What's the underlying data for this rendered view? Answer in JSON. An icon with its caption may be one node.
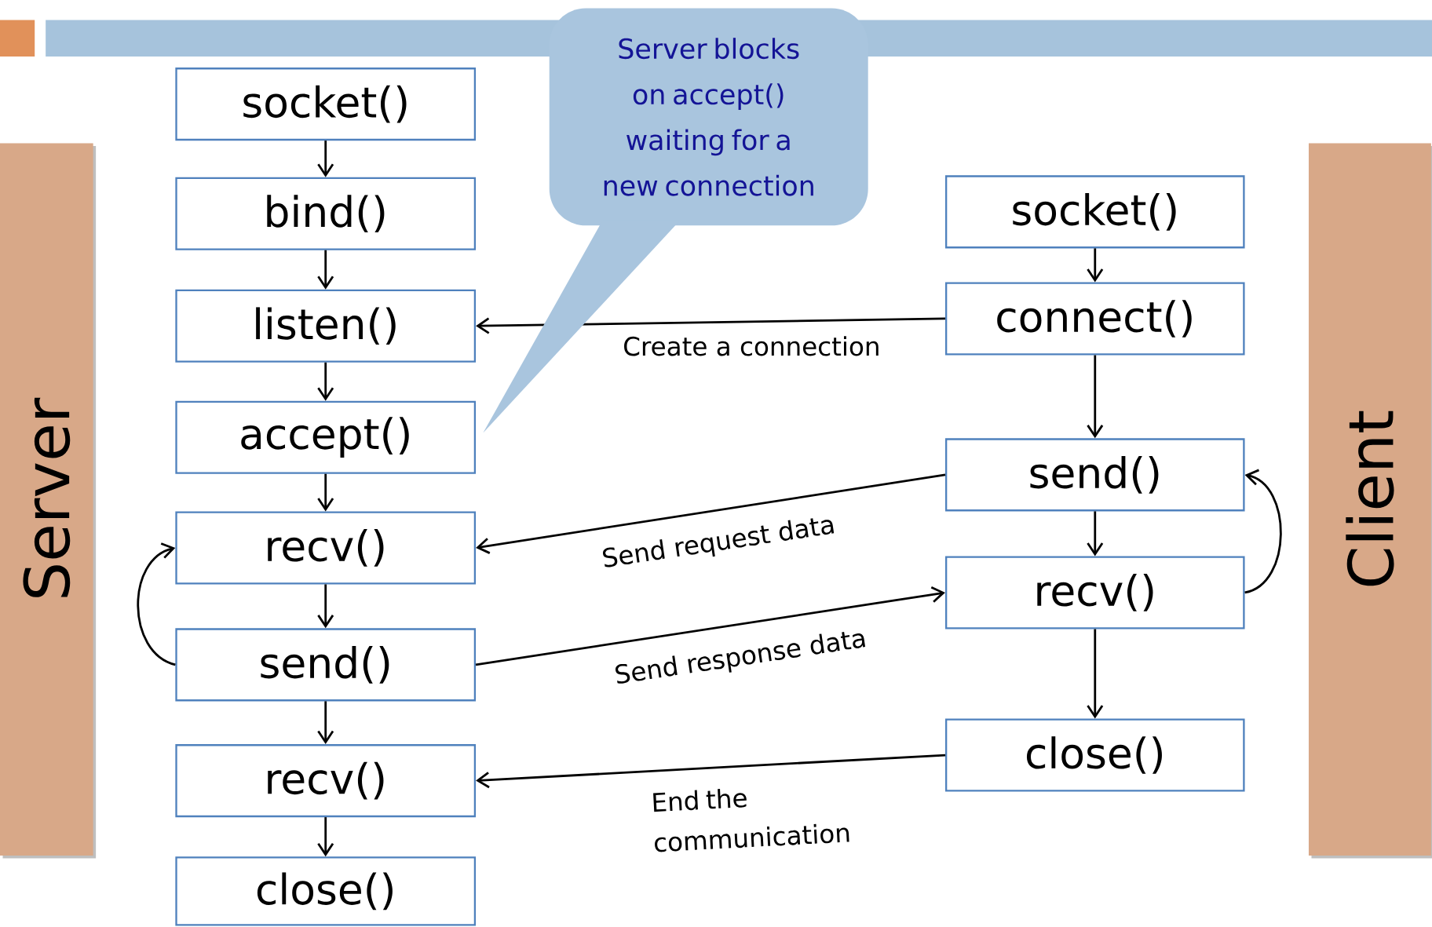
{
  "diagram": {
    "nodes": [
      {
        "text": [
          "Server"
        ]
      },
      {
        "text": [
          "Client"
        ]
      },
      {
        "text": [
          "Server blocks on accept() waiting for a new connection"
        ]
      },
      {
        "text": [
          "socket()"
        ]
      },
      {
        "text": [
          "bind()"
        ]
      },
      {
        "text": [
          "listen()"
        ]
      },
      {
        "text": [
          "accept()"
        ]
      },
      {
        "text": [
          "recv()"
        ]
      },
      {
        "text": [
          "send()"
        ]
      },
      {
        "text": [
          "recv()"
        ]
      },
      {
        "text": [
          "close()"
        ]
      },
      {
        "text": [
          "socket()"
        ]
      },
      {
        "text": [
          "connect()"
        ]
      },
      {
        "text": [
          "send()"
        ]
      },
      {
        "text": [
          "recv()"
        ]
      },
      {
        "text": [
          "close()"
        ]
      }
    ],
    "edges": [
      {
        "from": 3,
        "to": 4,
        "arrow": "to"
      },
      {
        "from": 4,
        "to": 5,
        "arrow": "to"
      },
      {
        "from": 5,
        "to": 6,
        "arrow": "to"
      },
      {
        "from": 6,
        "to": 7,
        "arrow": "to"
      },
      {
        "from": 7,
        "to": 8,
        "arrow": "to"
      },
      {
        "from": 8,
        "to": 9,
        "arrow": "to"
      },
      {
        "from": 9,
        "to": 10,
        "arrow": "to"
      },
      {
        "from": 11,
        "to": 12,
        "arrow": "to"
      },
      {
        "from": 12,
        "to": 13,
        "arrow": "to"
      },
      {
        "from": 13,
        "to": 14,
        "arrow": "to"
      },
      {
        "from": 14,
        "to": 15,
        "arrow": "to"
      },
      {
        "from": 12,
        "to": 5,
        "arrow": "to",
        "label": "Create a connection"
      },
      {
        "from": 13,
        "to": 7,
        "arrow": "to",
        "label": "Send request data"
      },
      {
        "from": 8,
        "to": 14,
        "arrow": "to",
        "label": "Send response data"
      },
      {
        "from": 15,
        "to": 9,
        "arrow": "to",
        "label": "End the communication"
      },
      {
        "from": 8,
        "to": 7,
        "arrow": "to"
      },
      {
        "from": 14,
        "to": 13,
        "arrow": "to"
      },
      {
        "from": 2,
        "to": 6,
        "arrow": "none"
      }
    ]
  }
}
